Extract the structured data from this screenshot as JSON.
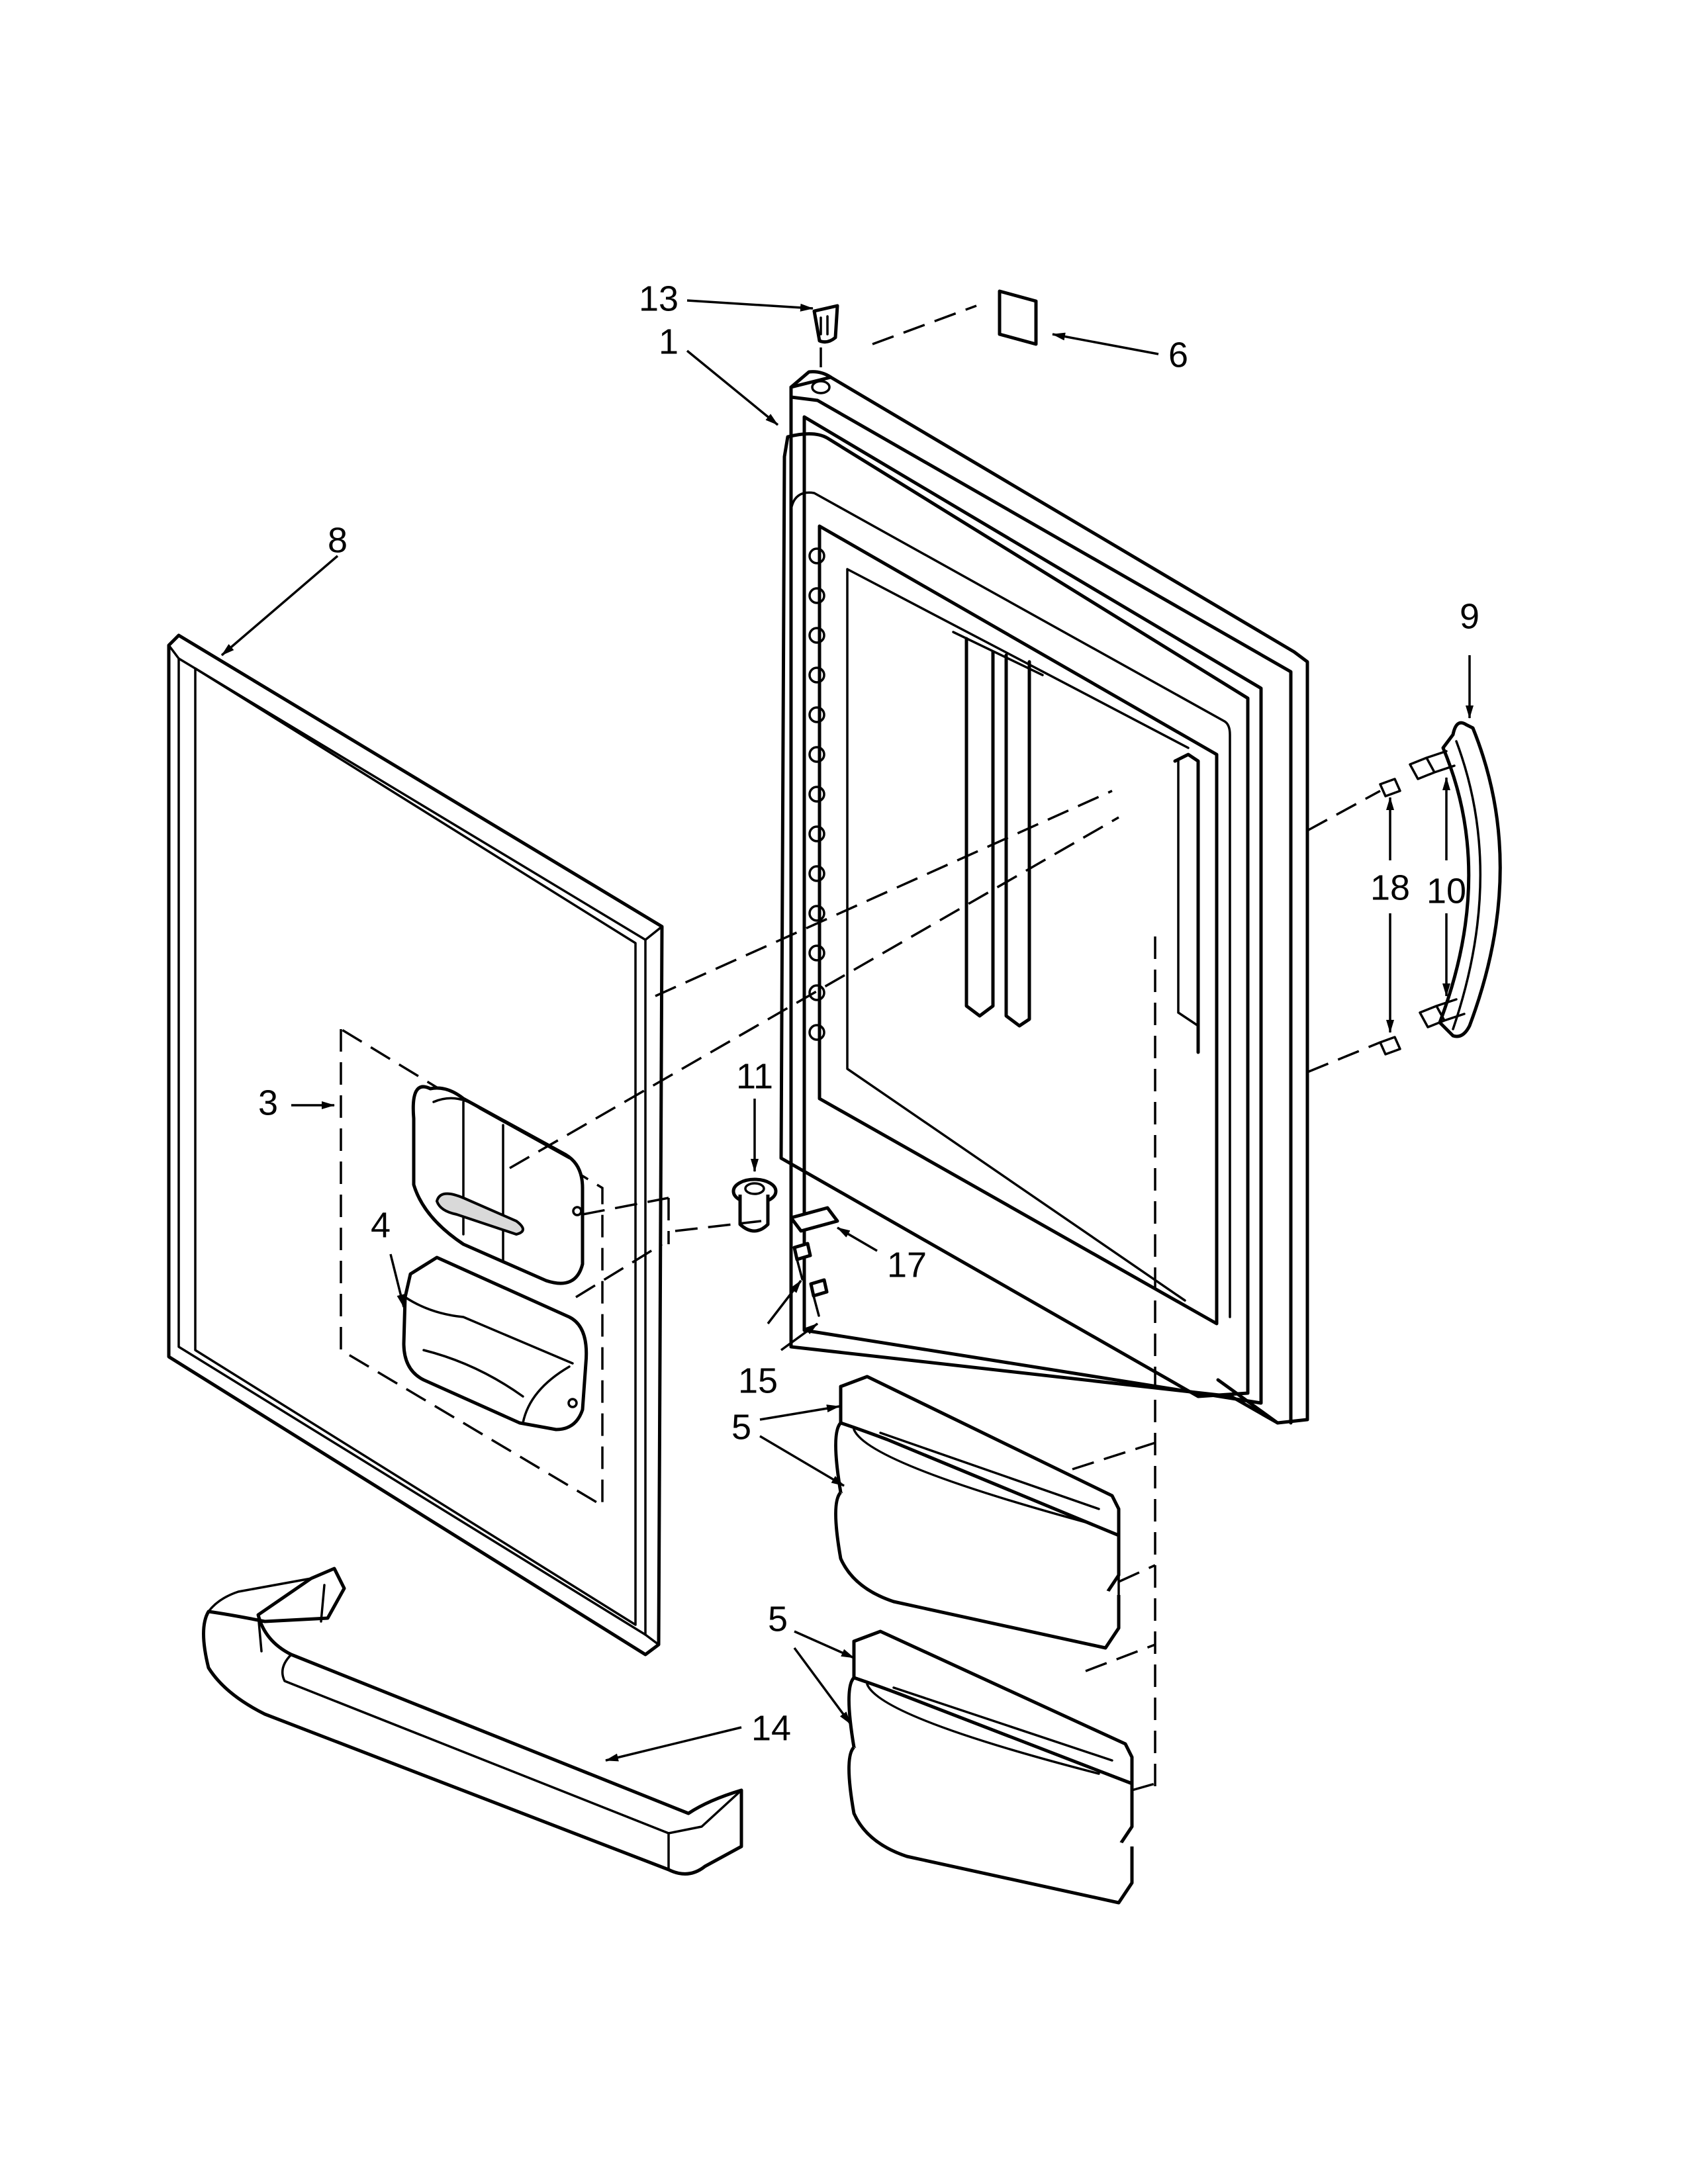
{
  "callouts": {
    "c1": "1",
    "c3": "3",
    "c4": "4",
    "c5a": "5",
    "c5b": "5",
    "c6": "6",
    "c8": "8",
    "c9": "9",
    "c10": "10",
    "c11": "11",
    "c13": "13",
    "c14": "14",
    "c15": "15",
    "c17": "17",
    "c18": "18"
  }
}
